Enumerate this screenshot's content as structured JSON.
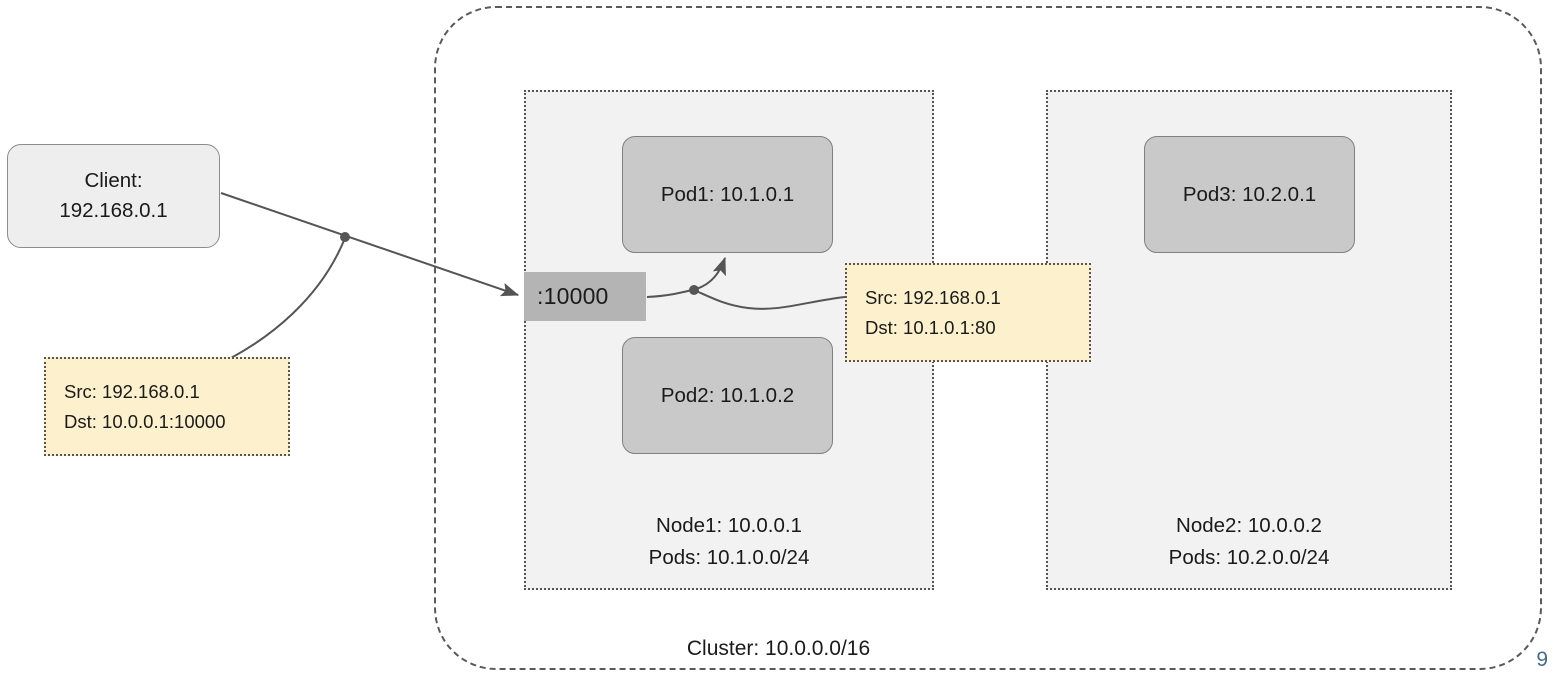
{
  "slide": {
    "page_number": "9"
  },
  "cluster": {
    "label": "Cluster: 10.0.0.0/16"
  },
  "client": {
    "line1": "Client:",
    "line2": "192.168.0.1"
  },
  "nodeport": {
    "label": ":10000"
  },
  "nodes": [
    {
      "name_label": "Node1: 10.0.0.1",
      "pods_label": "Pods: 10.1.0.0/24",
      "pods": [
        {
          "label": "Pod1: 10.1.0.1"
        },
        {
          "label": "Pod2: 10.1.0.2"
        }
      ]
    },
    {
      "name_label": "Node2: 10.0.0.2",
      "pods_label": "Pods: 10.2.0.0/24",
      "pods": [
        {
          "label": "Pod3: 10.2.0.1"
        }
      ]
    }
  ],
  "notes": [
    {
      "src": "Src: 192.168.0.1",
      "dst": "Dst: 10.0.0.1:10000"
    },
    {
      "src": "Src: 192.168.0.1",
      "dst": "Dst: 10.1.0.1:80"
    }
  ],
  "colors": {
    "pod_fill": "#c9c9c9",
    "node_fill": "#f2f2f2",
    "client_fill": "#eeeeee",
    "nodeport_fill": "#b4b4b4",
    "note_fill": "#fdf0cd",
    "line": "#555555",
    "page_number": "#4a6b8a"
  }
}
